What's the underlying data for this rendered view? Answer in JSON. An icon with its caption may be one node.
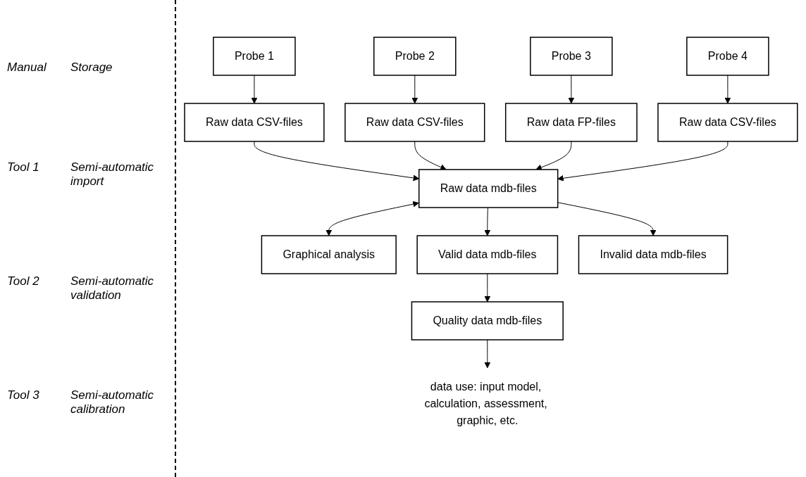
{
  "diagram": {
    "nodes": [
      {
        "text": [
          "Probe 1"
        ]
      },
      {
        "text": [
          "Probe 2"
        ]
      },
      {
        "text": [
          "Probe 3"
        ]
      },
      {
        "text": [
          "Probe 4"
        ]
      },
      {
        "text": [
          "Raw data CSV-files"
        ]
      },
      {
        "text": [
          "Raw data CSV-files"
        ]
      },
      {
        "text": [
          "Raw data FP-files"
        ]
      },
      {
        "text": [
          "Raw data CSV-files"
        ]
      },
      {
        "text": [
          "Raw data mdb-files"
        ]
      },
      {
        "text": [
          "Graphical analysis"
        ]
      },
      {
        "text": [
          "Valid data mdb-files"
        ]
      },
      {
        "text": [
          "Invalid data mdb-files"
        ]
      },
      {
        "text": [
          "Quality data mdb-files"
        ]
      },
      {
        "text": [
          "data use: input model, calculation, assessment, graphic, etc."
        ]
      }
    ],
    "edges": [
      {
        "from": 0,
        "to": 4,
        "arrow": "to"
      },
      {
        "from": 1,
        "to": 5,
        "arrow": "to"
      },
      {
        "from": 2,
        "to": 6,
        "arrow": "to"
      },
      {
        "from": 3,
        "to": 7,
        "arrow": "to"
      },
      {
        "from": 4,
        "to": 8,
        "arrow": "to"
      },
      {
        "from": 5,
        "to": 8,
        "arrow": "to"
      },
      {
        "from": 6,
        "to": 8,
        "arrow": "to"
      },
      {
        "from": 7,
        "to": 8,
        "arrow": "to"
      },
      {
        "from": 8,
        "to": 9,
        "arrow": "both"
      },
      {
        "from": 8,
        "to": 10,
        "arrow": "to"
      },
      {
        "from": 8,
        "to": 11,
        "arrow": "to"
      },
      {
        "from": 10,
        "to": 12,
        "arrow": "to"
      },
      {
        "from": 12,
        "to": 13,
        "arrow": "to"
      }
    ],
    "labels": [
      "Manual",
      "Storage",
      "Tool 1",
      "Semi-automatic import",
      "Tool 2",
      "Semi-automatic validation",
      "Tool 3",
      "Semi-automatic calibration"
    ]
  }
}
